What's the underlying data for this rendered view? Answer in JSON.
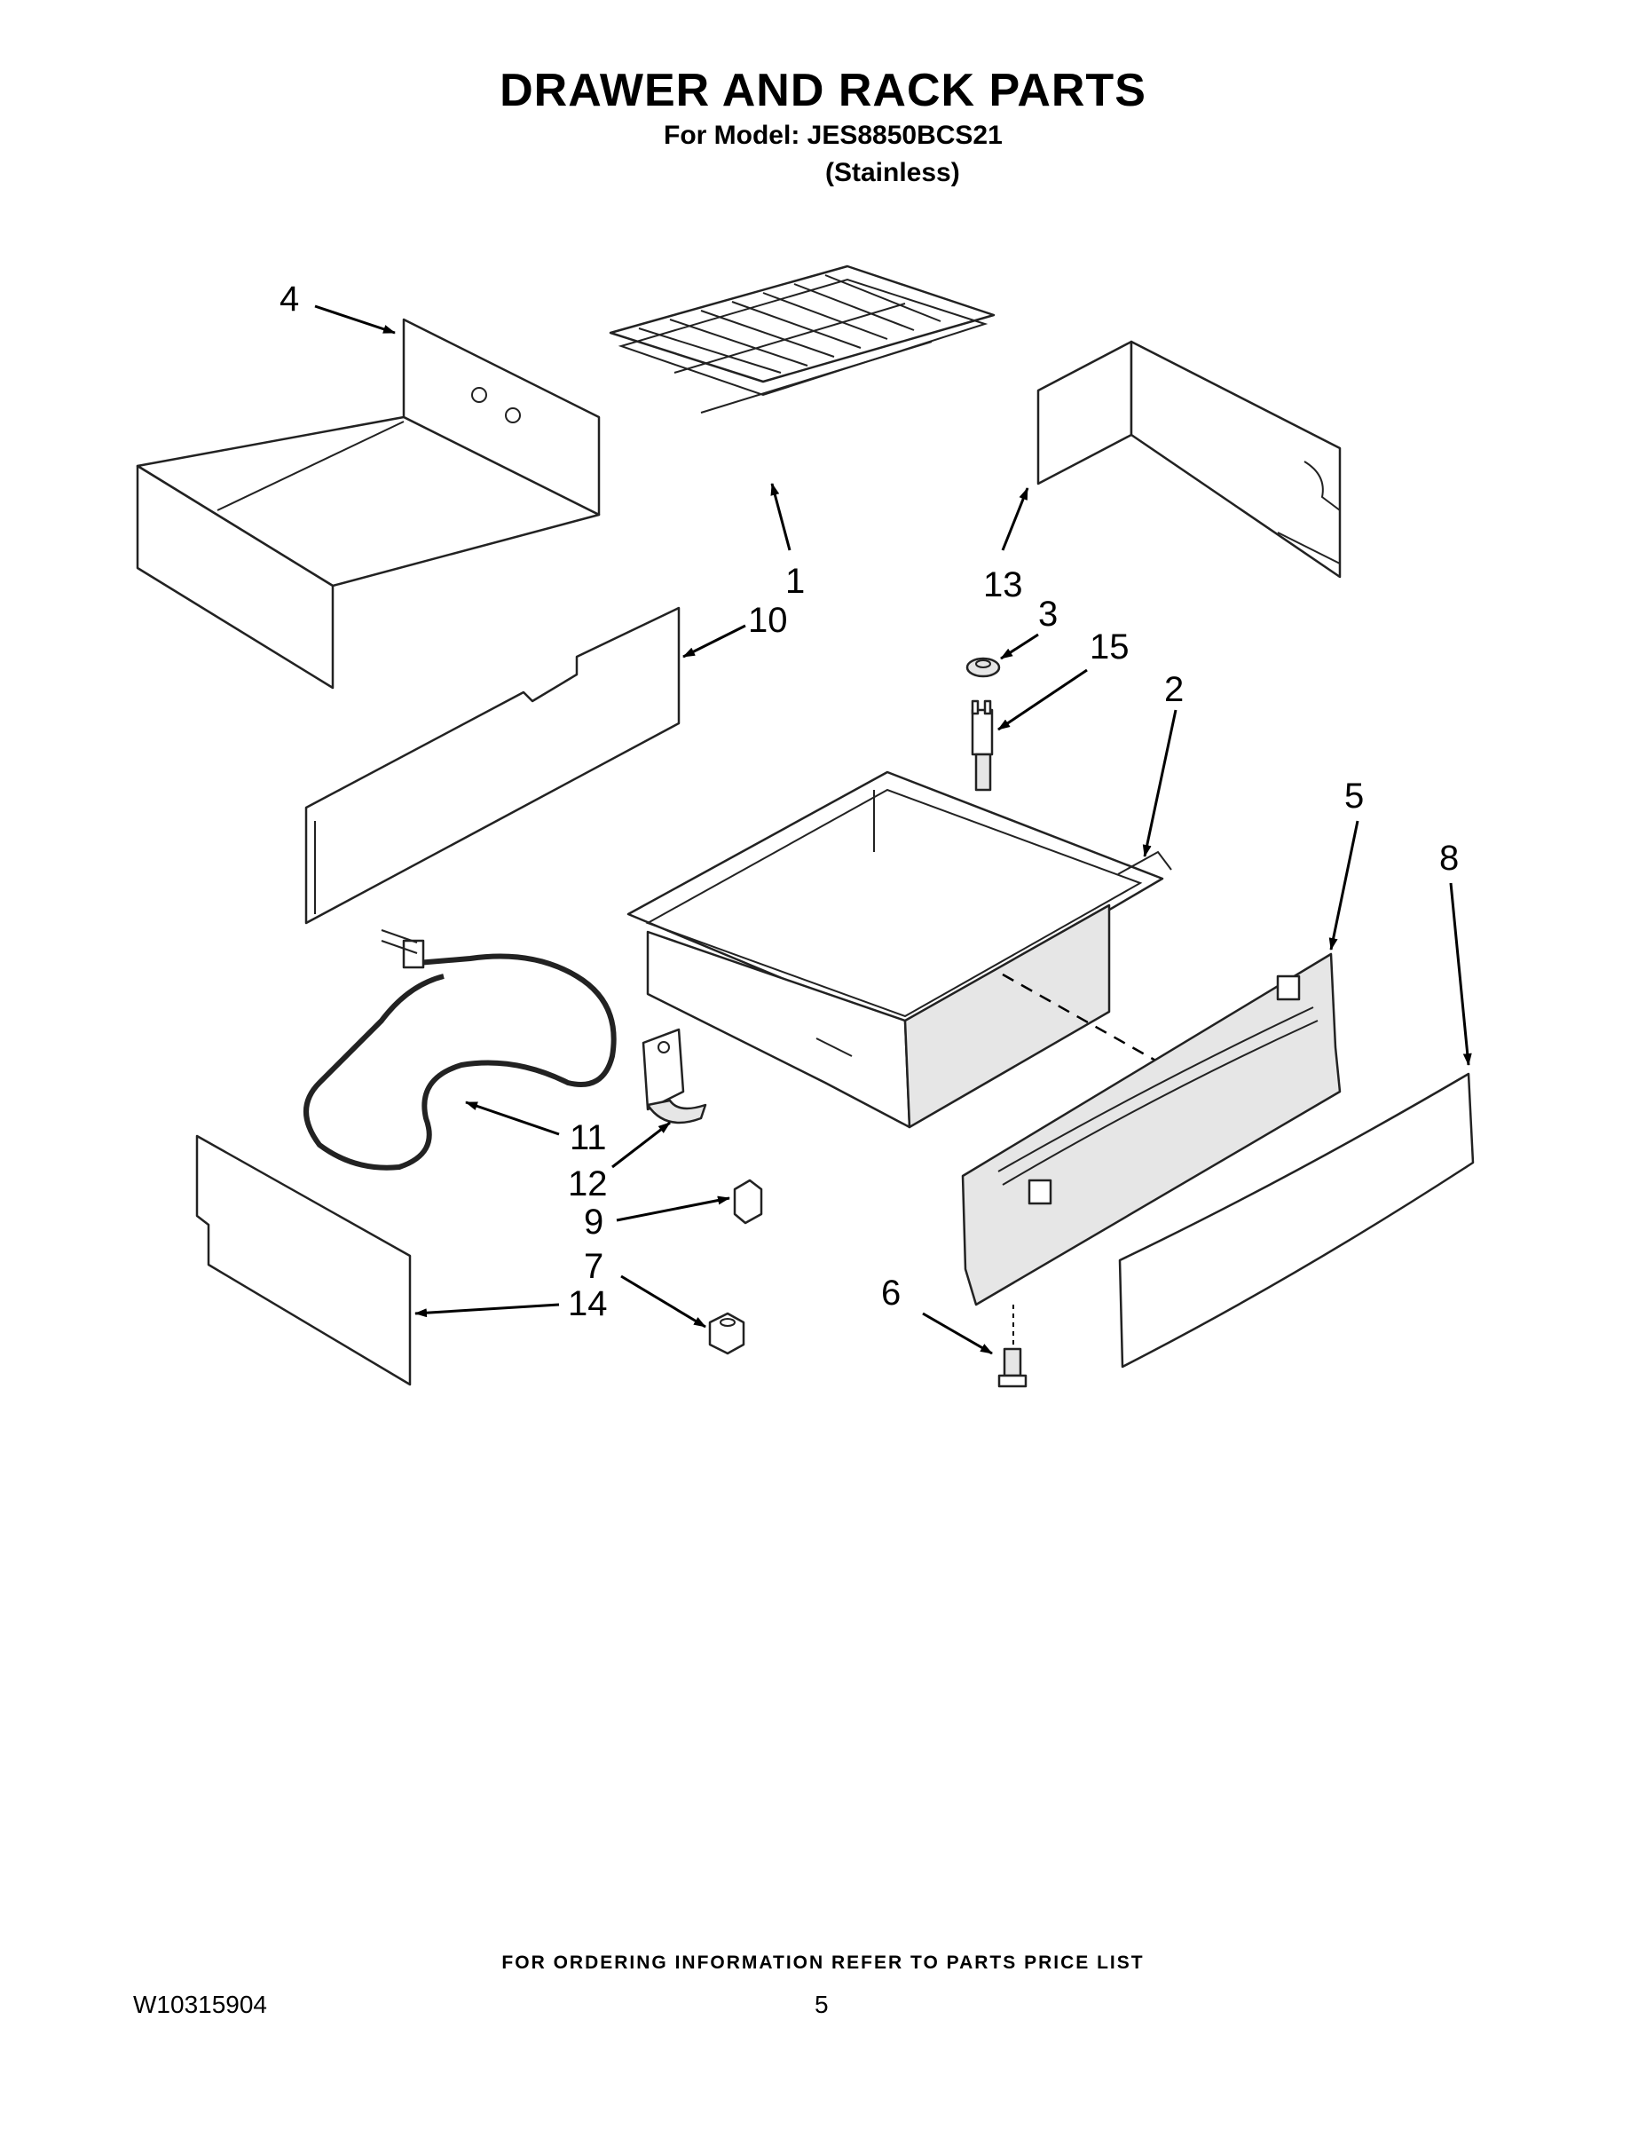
{
  "header": {
    "title": "DRAWER AND RACK PARTS",
    "model_line": "For Model: JES8850BCS21",
    "variant": "(Stainless)"
  },
  "callouts": [
    "1",
    "2",
    "3",
    "4",
    "5",
    "6",
    "7",
    "8",
    "9",
    "10",
    "11",
    "12",
    "13",
    "14",
    "15"
  ],
  "footer": {
    "ordering_note": "FOR ORDERING INFORMATION REFER TO PARTS PRICE LIST",
    "doc_number": "W10315904",
    "page_number": "5"
  }
}
